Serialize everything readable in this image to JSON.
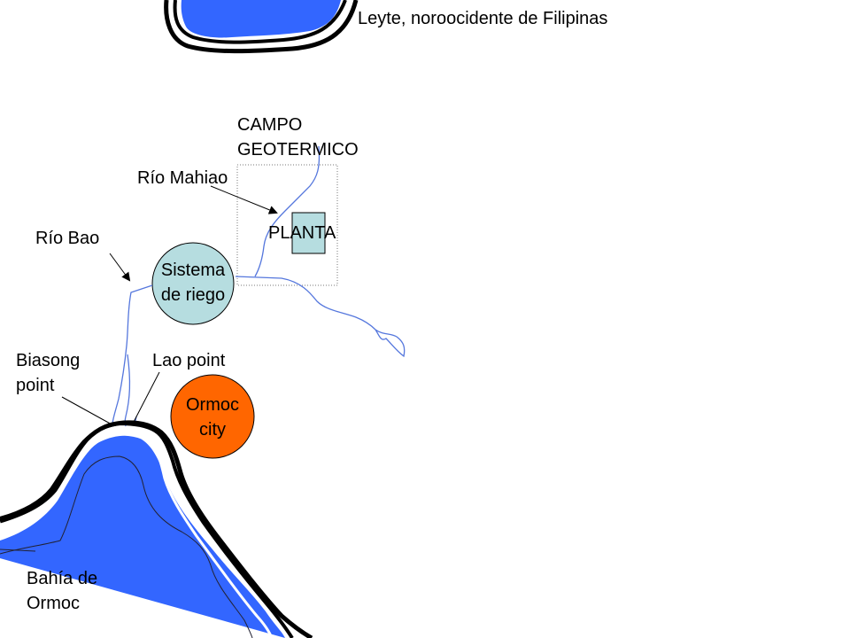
{
  "title": "Leyte, noroocidente de Filipinas",
  "labels": {
    "campo_geotermico_line1": "CAMPO",
    "campo_geotermico_line2": "GEOTERMICO",
    "rio_mahiao": "Río Mahiao",
    "rio_bao": "Río Bao",
    "planta": "PLANTA",
    "sistema_riego_line1": "Sistema",
    "sistema_riego_line2": "de riego",
    "biasong_line1": "Biasong",
    "biasong_line2": "point",
    "lao_point": "Lao point",
    "ormoc_city_line1": "Ormoc",
    "ormoc_city_line2": "city",
    "bahia_line1": "Bahía de",
    "bahia_line2": "Ormoc"
  },
  "colors": {
    "water": "#3366ff",
    "river": "#5577dd",
    "planta_fill": "#b6dde0",
    "sistema_fill": "#b6dde0",
    "ormoc_fill": "#ff6600",
    "coast": "#000000"
  }
}
